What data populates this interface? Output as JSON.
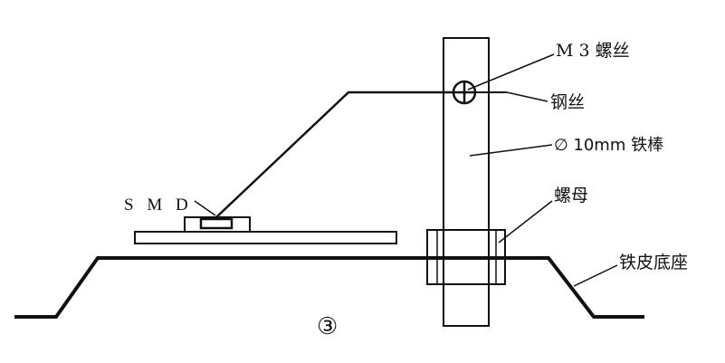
{
  "labels": {
    "m3_screw": "M 3 螺丝",
    "steel_wire": "钢丝",
    "iron_rod": "∅ 10mm 铁棒",
    "nut": "螺母",
    "iron_base": "铁皮底座",
    "smd": "S M D",
    "figure_number": "③"
  }
}
